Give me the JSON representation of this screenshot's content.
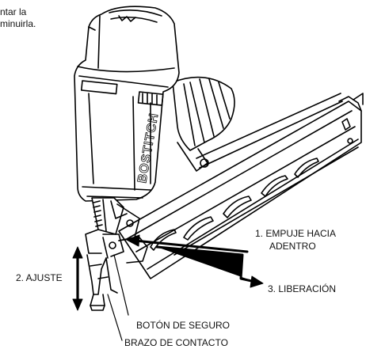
{
  "intro": {
    "line1": "ntar la",
    "line2": "minuirla."
  },
  "labels": {
    "step1_line1": "1. EMPUJE HACIA",
    "step1_line2": "ADENTRO",
    "step2": "2. AJUSTE",
    "step3": "3. LIBERACIÓN",
    "safety_button": "BOTÓN DE SEGURO",
    "contact_arm": "BRAZO DE CONTACTO"
  },
  "tool": {
    "brand_text": "BOSTITCH",
    "line_color": "#000000",
    "fill_color": "#ffffff"
  }
}
